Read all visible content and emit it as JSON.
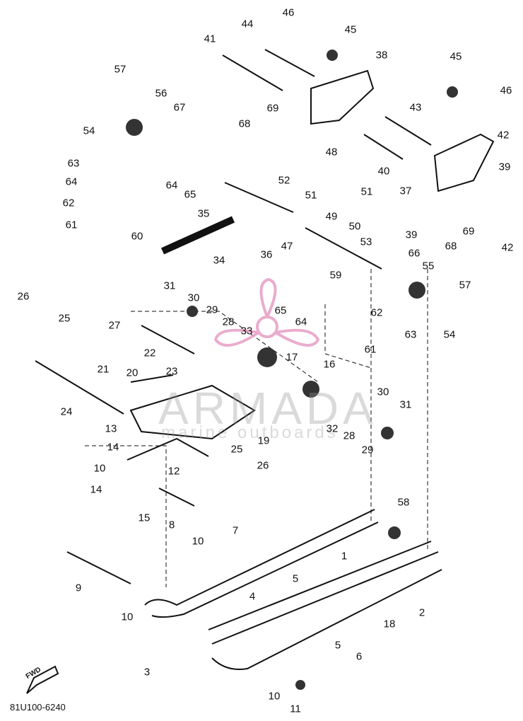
{
  "diagram_code": "81U100-6240",
  "watermark": {
    "title": "ARMADA",
    "subtitle": "marine outboards",
    "logo_color": "#e8a4c8"
  },
  "fwd_label": "FWD",
  "callouts": [
    "1",
    "2",
    "3",
    "4",
    "5",
    "5",
    "6",
    "7",
    "8",
    "9",
    "10",
    "10",
    "10",
    "10",
    "11",
    "12",
    "13",
    "14",
    "14",
    "15",
    "16",
    "17",
    "18",
    "19",
    "20",
    "21",
    "22",
    "23",
    "24",
    "25",
    "25",
    "26",
    "26",
    "27",
    "28",
    "28",
    "29",
    "29",
    "30",
    "30",
    "31",
    "31",
    "32",
    "33",
    "34",
    "35",
    "36",
    "37",
    "38",
    "39",
    "39",
    "40",
    "41",
    "42",
    "42",
    "43",
    "44",
    "45",
    "45",
    "46",
    "46",
    "47",
    "48",
    "49",
    "50",
    "51",
    "51",
    "52",
    "53",
    "54",
    "54",
    "55",
    "56",
    "57",
    "57",
    "58",
    "59",
    "60",
    "61",
    "61",
    "62",
    "62",
    "63",
    "63",
    "64",
    "64",
    "64",
    "65",
    "65",
    "66",
    "67",
    "68",
    "68",
    "69",
    "69"
  ]
}
